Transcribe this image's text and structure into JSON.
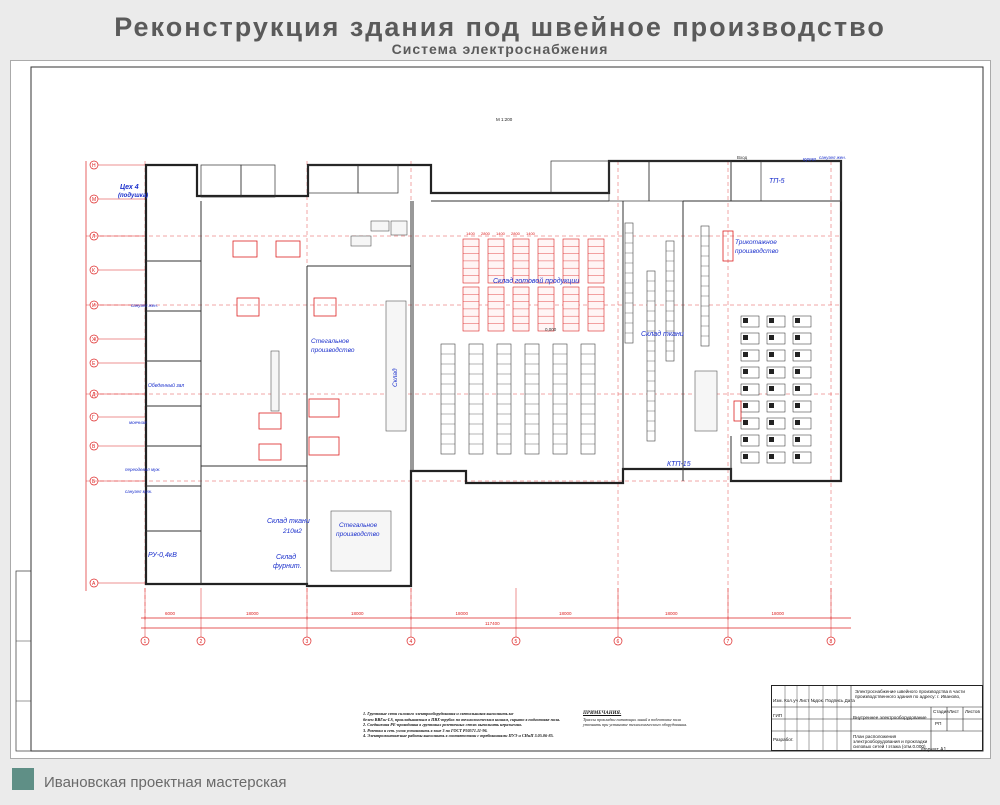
{
  "header": {
    "title": "Реконструкция здания под швейное производство",
    "subtitle": "Система электроснабжения"
  },
  "plan": {
    "scale": "М 1:200",
    "rooms": {
      "ceh4": "Цех 4",
      "ceh4b": "(подушка)",
      "ru": "РУ-0,4кВ",
      "sanuzel_top": "санузел жен.",
      "sanuzel_left": "санузел жен.",
      "obedenny": "Обеденный зал",
      "moechnaya": "моечная",
      "pereodevalka": "переодевал муж.",
      "sanuzel_muzh": "санузел муж.",
      "steg1": "Стегальное",
      "steg1b": "производство",
      "steg2": "Стегальное",
      "steg2b": "производство",
      "sklad": "Склад",
      "sklad_gp": "Склад готовой продукции",
      "sklad_tkani1": "Склад ткани",
      "sklad_tkani2": "Склад ткани",
      "area": "210м2",
      "sklad_furn": "Склад",
      "sklad_furn2": "фурнит.",
      "kpt15": "КТП-15",
      "tp5": "ТП-5",
      "triko": "Трикотажное",
      "triko2": "производство",
      "kuh": "кухня",
      "vhod": "Вход",
      "elev": "0,000"
    },
    "axes_rows": [
      "Н",
      "М",
      "Л",
      "К",
      "И",
      "Ж",
      "Е",
      "Д",
      "Г",
      "В",
      "Б",
      "А"
    ],
    "axes_cols": [
      "1",
      "2",
      "3",
      "4",
      "5",
      "6",
      "7",
      "8"
    ],
    "dims": [
      "6000",
      "18000",
      "18000",
      "18000",
      "18000",
      "18000",
      "18000"
    ],
    "total_dim": "117400",
    "rack_dims": [
      "1400",
      "2800",
      "1400",
      "2800",
      "1400"
    ]
  },
  "notes": {
    "left": [
      "1. Групповые сети силового электрооборудования и светильников выполнить ка-",
      "белем ВВГнг-LS, прокладываемым в ПВХ-трубах по технологическим нишам, скрыто в подготовке пола.",
      "2. Соединения РЕ-проводника в групповых розеточных сетях выполнить неразъемно.",
      "3. Розетки и сет. узлов установить в зоне 3 по ГОСТ Р50571.11-96.",
      "4. Электромонтажные работы выполнить в соответствии с требованиями ПУЭ и СНиП 3.05.06-85."
    ],
    "right_title": "ПРИМЕЧАНИЯ.",
    "right": [
      "Трассы прокладки питающих линий в подготовке пола",
      "уточнить при установке технологического оборудования."
    ]
  },
  "title_block": {
    "org_code": "",
    "project": "Электроснабжение швейного производства в части производственного здания по адресу: г. Иваново,",
    "section": "Внутреннее электрооборудование",
    "stage_h": "Стадия",
    "sheet_h": "Лист",
    "sheets_h": "Листов",
    "stage": "РП",
    "sheet": "",
    "sheets": "",
    "drawing": "План расположения электрооборудования и прокладки силовых сетей I этажа (отм.0.000)",
    "gip": "ГИП",
    "razrab": "Разработ.",
    "cols": [
      "Изм.",
      "Кол.уч",
      "Лист",
      "№док.",
      "Подпись",
      "Дата"
    ],
    "format": "Формат А1"
  },
  "footer": {
    "brand": "Ивановская проектная мастерская"
  },
  "colors": {
    "bg": "#ebebeb",
    "brand": "#5f8f86",
    "red": "#dd2222",
    "blue": "#1a2fcc"
  }
}
